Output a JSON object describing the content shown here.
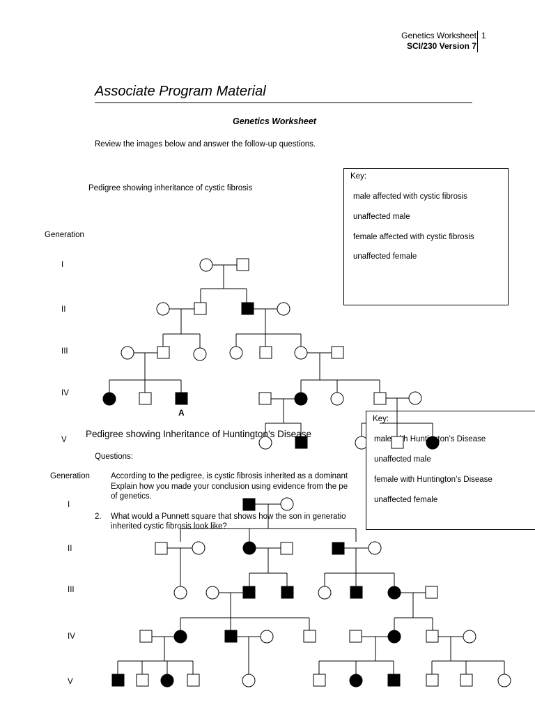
{
  "header": {
    "line1": "Genetics Worksheet",
    "page": "1",
    "line2": "SCI/230 Version 7"
  },
  "doc_title": "Associate Program Material",
  "worksheet_title": "Genetics Worksheet",
  "intro": "Review the images below and answer the follow-up questions.",
  "cf": {
    "caption": "Pedigree showing inheritance of cystic fibrosis",
    "generation_label": "Generation",
    "generations": [
      "I",
      "II",
      "III",
      "IV",
      "V"
    ],
    "marker_a": "A",
    "key": {
      "title": "Key:",
      "items": [
        "male affected with cystic fibrosis",
        "unaffected male",
        "female affected with cystic fibrosis",
        "unaffected female"
      ]
    }
  },
  "hd": {
    "caption": "Pedigree showing Inheritance of Huntington’s Disease",
    "generation_label": "Generation",
    "generations": [
      "I",
      "II",
      "III",
      "IV",
      "V"
    ],
    "key": {
      "title": "Key:",
      "items": [
        "male with Huntington’s Disease",
        "unaffected male",
        "female with Huntington’s Disease",
        "unaffected female"
      ]
    }
  },
  "questions": {
    "heading": "Questions:",
    "q1_line1": "According to the pedigree, is cystic fibrosis inherited as a dominant",
    "q1_line2": "Explain how you made your conclusion using evidence from the pe",
    "q1_line3": "of genetics.",
    "q2_number": "2.",
    "q2_line1": "What would a Punnett square that shows how the son in generatio",
    "q2_line2": "inherited cystic fibrosis look like?"
  },
  "colors": {
    "ink": "#000000",
    "paper": "#ffffff"
  }
}
